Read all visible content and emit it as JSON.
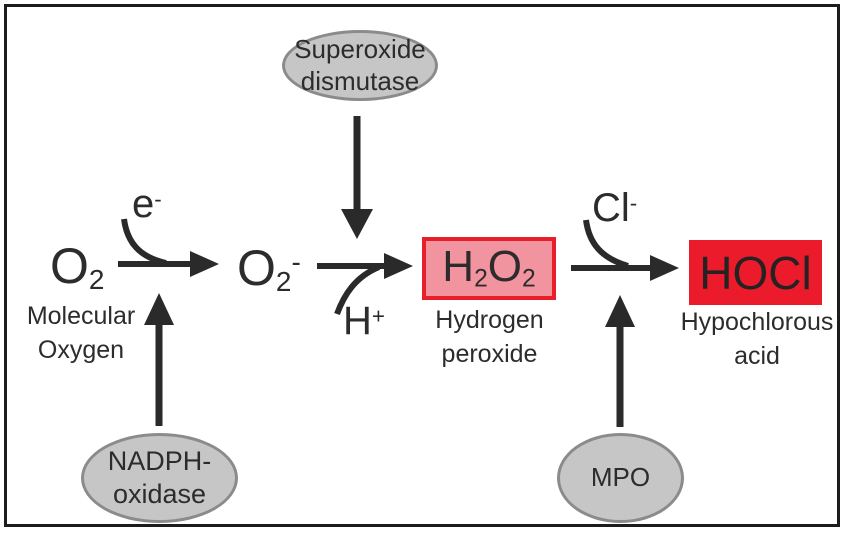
{
  "colors": {
    "frame_border": "#1c1c1c",
    "arrow": "#2a2a2a",
    "text": "#2d2b2c",
    "enzyme_fill": "#c6c6c6",
    "enzyme_border": "#8b8b8b",
    "h2o2_fill": "#f2949f",
    "h2o2_border": "#e81e2b",
    "hocl_fill": "#ec1b2b"
  },
  "enzymes": {
    "superoxide_dismutase": {
      "line1": "Superoxide",
      "line2": "dismutase"
    },
    "nadph_oxidase": {
      "line1": "NADPH-",
      "line2": "oxidase"
    },
    "mpo": {
      "label": "MPO"
    }
  },
  "species": {
    "molecular_oxygen": {
      "base": "O",
      "sub": "2",
      "name1": "Molecular",
      "name2": "Oxygen"
    },
    "superoxide": {
      "base": "O",
      "sub": "2",
      "sup": "-"
    },
    "hydrogen_peroxide": {
      "h": "H",
      "h_sub": "2",
      "o": "O",
      "o_sub": "2",
      "name1": "Hydrogen",
      "name2": "peroxide"
    },
    "hypochlorous_acid": {
      "formula": "HOCl",
      "name1": "Hypochlorous",
      "name2": "acid"
    }
  },
  "cofactors": {
    "electron": {
      "base": "e",
      "sup": "-"
    },
    "proton": {
      "base": "H",
      "sup": "+"
    },
    "chloride": {
      "base": "Cl",
      "sup": "-"
    }
  }
}
